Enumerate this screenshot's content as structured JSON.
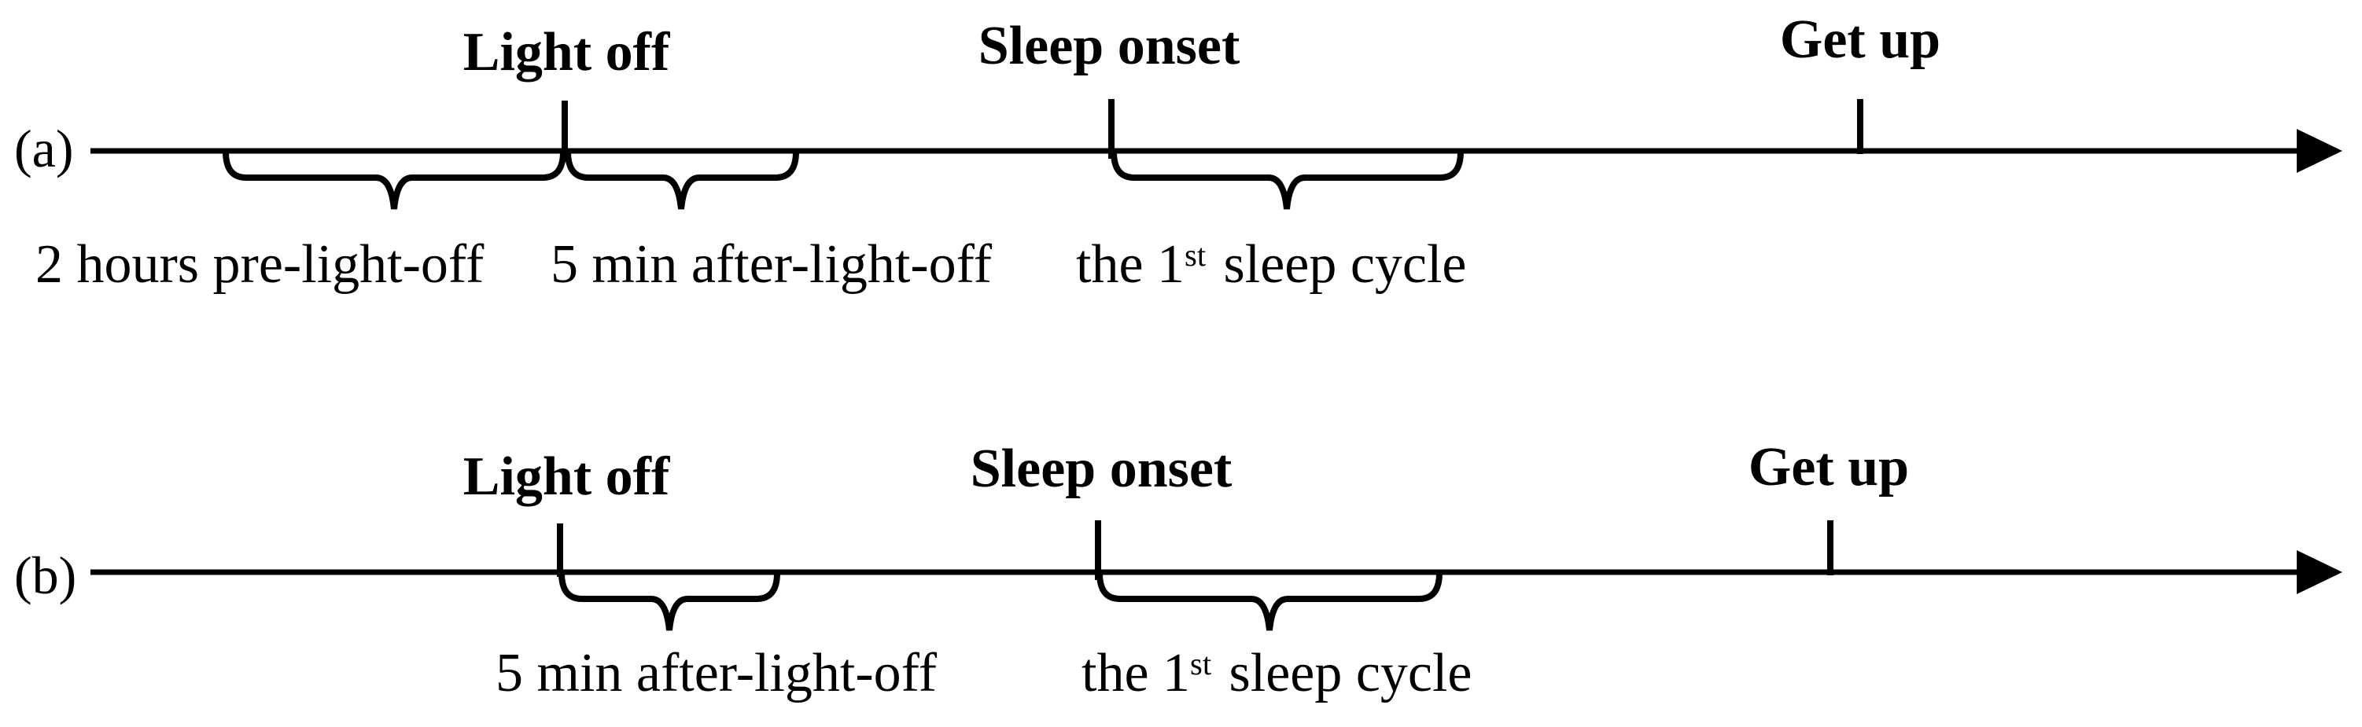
{
  "figure_type": "timeline-diagram",
  "colors": {
    "ink": "#000000",
    "background": "#ffffff"
  },
  "panels": [
    {
      "label": "(a)",
      "events": [
        {
          "name": "Light off"
        },
        {
          "name": "Sleep onset"
        },
        {
          "name": "Get up"
        }
      ],
      "intervals": [
        {
          "text": "2 hours pre-light-off"
        },
        {
          "text": "5 min after-light-off"
        },
        {
          "prefix": "the 1",
          "superscript": "st",
          "suffix": "sleep cycle"
        }
      ]
    },
    {
      "label": "(b)",
      "events": [
        {
          "name": "Light off"
        },
        {
          "name": "Sleep onset"
        },
        {
          "name": "Get up"
        }
      ],
      "intervals": [
        {
          "text": "5 min after-light-off"
        },
        {
          "prefix": "the 1",
          "superscript": "st",
          "suffix": "sleep cycle"
        }
      ]
    }
  ]
}
